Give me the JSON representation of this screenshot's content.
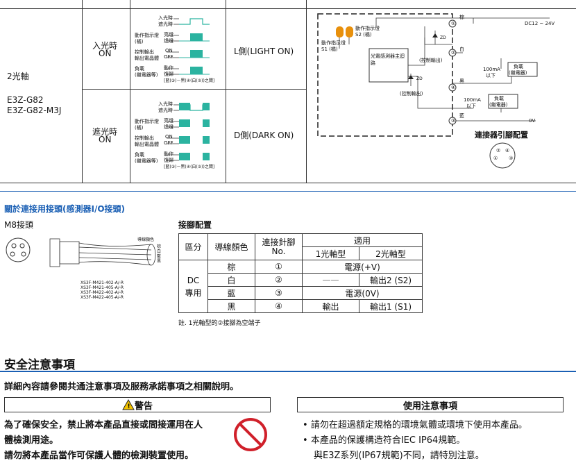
{
  "top": {
    "model_group": "2光軸",
    "model_1": "E3Z-G82",
    "model_2": "E3Z-G82-M3J",
    "row1": {
      "state": "入光時",
      "state2": "ON",
      "mode": "L側(LIGHT ON)"
    },
    "row2": {
      "state": "遮光時",
      "state2": "ON",
      "mode": "D側(DARK ON)"
    },
    "timing": {
      "light_in": "入光時",
      "light_block": "遮光時",
      "indicator": "動作指示燈",
      "indicator2": "(橘)",
      "lit": "亮燈",
      "off_lamp": "熄燈",
      "control_output": "控制輸出",
      "output_transistor": "輸出電晶體",
      "on": "ON",
      "off": "OFF",
      "load": "負載",
      "load2": "(繼電器等)",
      "action": "動作",
      "reset": "復歸",
      "note": "[藍(③)－黑(④(白(②))之間]"
    },
    "circuit": {
      "voltage": "DC12 ~ 24V",
      "zero_v": "0V",
      "indicator_s1": "動作指示燈",
      "indicator_s1_2": "S1 (橘)",
      "indicator_s2": "動作指示燈",
      "indicator_s2_2": "S2 (橘)",
      "main_circuit": "光電感測器主迴路",
      "control_output": "(控制輸出)",
      "current": "100mA",
      "current2": "以下",
      "load": "負載",
      "load2": "(繼電器)",
      "brown": "棕",
      "white": "白",
      "black": "黑",
      "blue": "藍",
      "pin1": "①",
      "pin2": "②",
      "pin3": "③",
      "pin4": "④",
      "zd": "ZD",
      "connector_title": "連接器引腳配置"
    }
  },
  "connector_section": {
    "title": "關於連接用接頭(感測器I/O接頭)",
    "m8": "M8接頭",
    "pin_layout": "接腳配置",
    "wire_color_label": "導線顏色",
    "wire_colors": [
      "棕",
      "白",
      "藍",
      "黑"
    ],
    "models": [
      "XS3F-M421-402-A/-R",
      "XS3F-M421-405-A/-R",
      "XS3F-M422-402-A/-R",
      "XS3F-M422-405-A/-R"
    ],
    "table": {
      "h_category": "區分",
      "h_wire": "導線顏色",
      "h_pin": "連接針腳",
      "h_pin2": "No.",
      "h_apply": "適用",
      "h_1axis": "1光軸型",
      "h_2axis": "2光軸型",
      "category": "DC",
      "category2": "專用",
      "rows": [
        {
          "wire": "棕",
          "pin": "①",
          "merged": "電源(+V)"
        },
        {
          "wire": "白",
          "pin": "②",
          "a": "——",
          "b": "輸出2 (S2)"
        },
        {
          "wire": "藍",
          "pin": "③",
          "merged": "電源(0V)"
        },
        {
          "wire": "黑",
          "pin": "④",
          "a": "輸出",
          "b": "輸出1 (S1)"
        }
      ],
      "note": "註. 1光軸型的②接腳為空端子"
    }
  },
  "safety": {
    "title": "安全注意事項",
    "subtitle": "詳細內容請參閱共通注意事項及服務承諾事項之相關說明。",
    "warning_title": "警告",
    "warning_text1": "為了確保安全，禁止將本產品直接或間接運用在人",
    "warning_text2": "體檢測用途。",
    "warning_text3": "請勿將本產品當作可保護人體的檢測裝置使用。",
    "usage_title": "使用注意事項",
    "usage_items": [
      "請勿在超過額定規格的環境氣體或環境下使用本產品。",
      "本產品的保護構造符合IEC IP64規範。"
    ],
    "usage_extra": "與E3Z系列(IP67規範)不同，請特別注意。"
  },
  "colors": {
    "accent_blue": "#1a5fb4",
    "timing_green": "#2bb3a0",
    "led_orange": "#e8900c",
    "prohibit_red": "#d0202a",
    "warn_yellow": "#f2c200"
  }
}
